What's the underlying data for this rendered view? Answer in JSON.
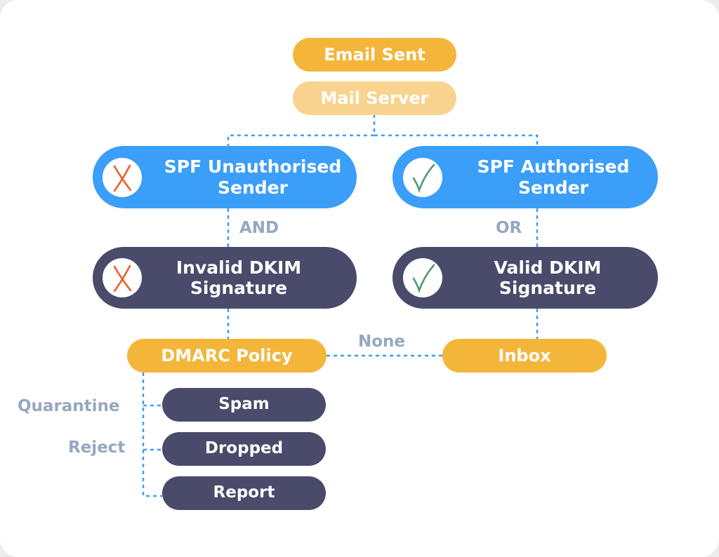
{
  "nodes": {
    "email_sent": "Email Sent",
    "mail_server": "Mail Server",
    "spf_unauth_line1": "SPF Unauthorised",
    "spf_unauth_line2": "Sender",
    "spf_auth_line1": "SPF Authorised",
    "spf_auth_line2": "Sender",
    "invalid_dkim_line1": "Invalid DKIM",
    "invalid_dkim_line2": "Signature",
    "valid_dkim_line1": "Valid DKIM",
    "valid_dkim_line2": "Signature",
    "dmarc_policy": "DMARC Policy",
    "inbox": "Inbox",
    "spam": "Spam",
    "dropped": "Dropped",
    "report": "Report"
  },
  "edge_labels": {
    "and": "AND",
    "or": "OR",
    "none": "None",
    "quarantine": "Quarantine",
    "reject": "Reject"
  },
  "colors": {
    "orange": "#f4b63a",
    "light_orange": "#f8d48f",
    "blue": "#3b9ef8",
    "navy": "#4a4b6b",
    "connector": "#3b9ef8",
    "fail_mark": "#e8602c",
    "pass_mark": "#4f9a6f",
    "label_gray": "#97a6c2"
  },
  "icons": {
    "fail": "cross-icon",
    "pass": "check-icon"
  }
}
